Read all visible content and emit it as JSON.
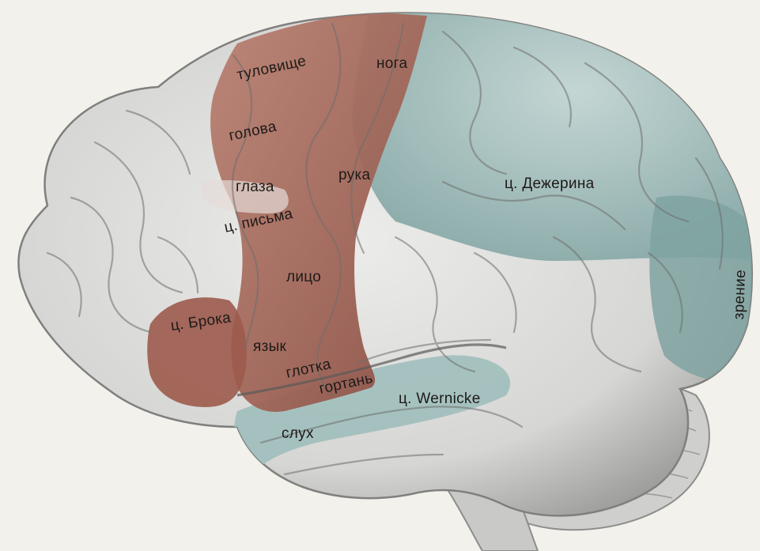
{
  "labels": {
    "trunk": "туловище",
    "leg": "нога",
    "head": "голова",
    "eyes": "глаза",
    "arm": "рука",
    "writing_center": "ц. письма",
    "dejerine_center": "ц. Дежерина",
    "face": "лицо",
    "broca_center": "ц. Брока",
    "tongue": "язык",
    "pharynx": "глотка",
    "larynx": "гортань",
    "wernicke_center": "ц. Wernicke",
    "hearing": "слух",
    "vision": "зрение"
  },
  "colors": {
    "cortex_gray": "#d9d9d7",
    "motor_area": "#a8695c",
    "sensory_area": "#a9c4c2",
    "background": "#f3f1ec"
  }
}
